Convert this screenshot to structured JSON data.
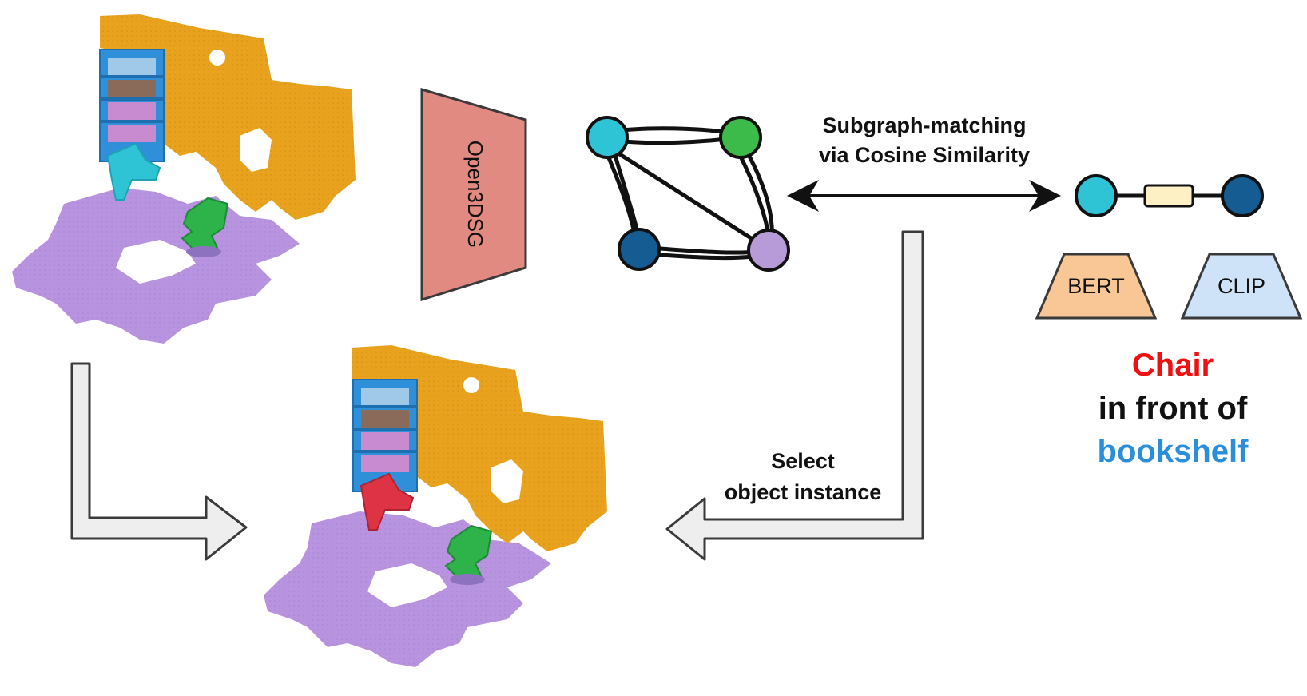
{
  "encoder_left": {
    "label": "Open3DSG"
  },
  "matching": {
    "line1": "Subgraph-matching",
    "line2": "via Cosine Similarity"
  },
  "select": {
    "line1": "Select",
    "line2": "object instance"
  },
  "text_encoders": {
    "bert": "BERT",
    "clip": "CLIP"
  },
  "query": {
    "subject": "Chair",
    "relation": "in front of",
    "object": "bookshelf"
  },
  "colors": {
    "wall": "#E8A21E",
    "floor": "#B894E0",
    "bookshelf": "#2F8FD8",
    "chair_cyan": "#2EC4D6",
    "chair_green": "#2DB34A",
    "chair_selected": "#DD3344",
    "node_cyan": "#2EC4D6",
    "node_green": "#3DBB4A",
    "node_darkblue": "#145C92",
    "node_purple": "#B79BD9",
    "encoder_red": "#E08A82",
    "bert_fill": "#F9C796",
    "clip_fill": "#CFE3F8",
    "edge_box": "#FDF0C4",
    "query_red": "#EE1111",
    "query_blue": "#2A8FD8",
    "arrow_fill": "#EEEEEE",
    "arrow_stroke": "#3A3A3A"
  }
}
